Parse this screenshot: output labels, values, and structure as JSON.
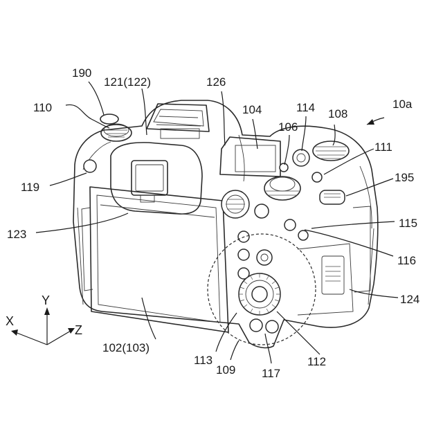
{
  "figure": {
    "reference_labels": {
      "r190": "190",
      "r121": "121(122)",
      "r126": "126",
      "r110": "110",
      "r104": "104",
      "r114": "114",
      "r108": "108",
      "r10a": "10a",
      "r106": "106",
      "r111": "111",
      "r119": "119",
      "r195": "195",
      "r123": "123",
      "r115": "115",
      "r116": "116",
      "r124": "124",
      "r102": "102(103)",
      "r113": "113",
      "r109": "109",
      "r117": "117",
      "r112": "112"
    },
    "axes": {
      "x": "X",
      "y": "Y",
      "z": "Z"
    }
  }
}
